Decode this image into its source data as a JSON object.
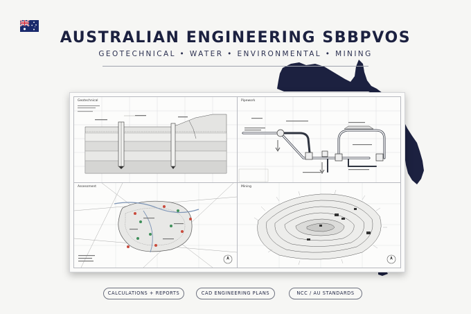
{
  "header": {
    "title": "AUSTRALIAN ENGINEERING SBBPVOS",
    "subtitle": "GEOTECHNICAL • WATER • ENVIRONMENTAL • MINING"
  },
  "icons": {
    "flag": "australian-flag-icon",
    "map": "australia-map-silhouette"
  },
  "sheet": {
    "panels": [
      {
        "name": "geotechnical-section",
        "label": "Geotechnical"
      },
      {
        "name": "water-pipeline-schematic",
        "label": "Pipework"
      },
      {
        "name": "environmental-site-plan",
        "label": "Assessment"
      },
      {
        "name": "mining-pit-plan",
        "label": "Mining"
      }
    ]
  },
  "badges": [
    {
      "label": "CALCULATIONS + REPORTS"
    },
    {
      "label": "CAD ENGINEERING PLANS"
    },
    {
      "label": "NCC / AU STANDARDS"
    }
  ],
  "colors": {
    "navy": "#1c2140",
    "background": "#f6f6f4",
    "pin_red": "#c94a3c",
    "pin_green": "#3f8f5a",
    "water_blue": "#7b93b5"
  }
}
